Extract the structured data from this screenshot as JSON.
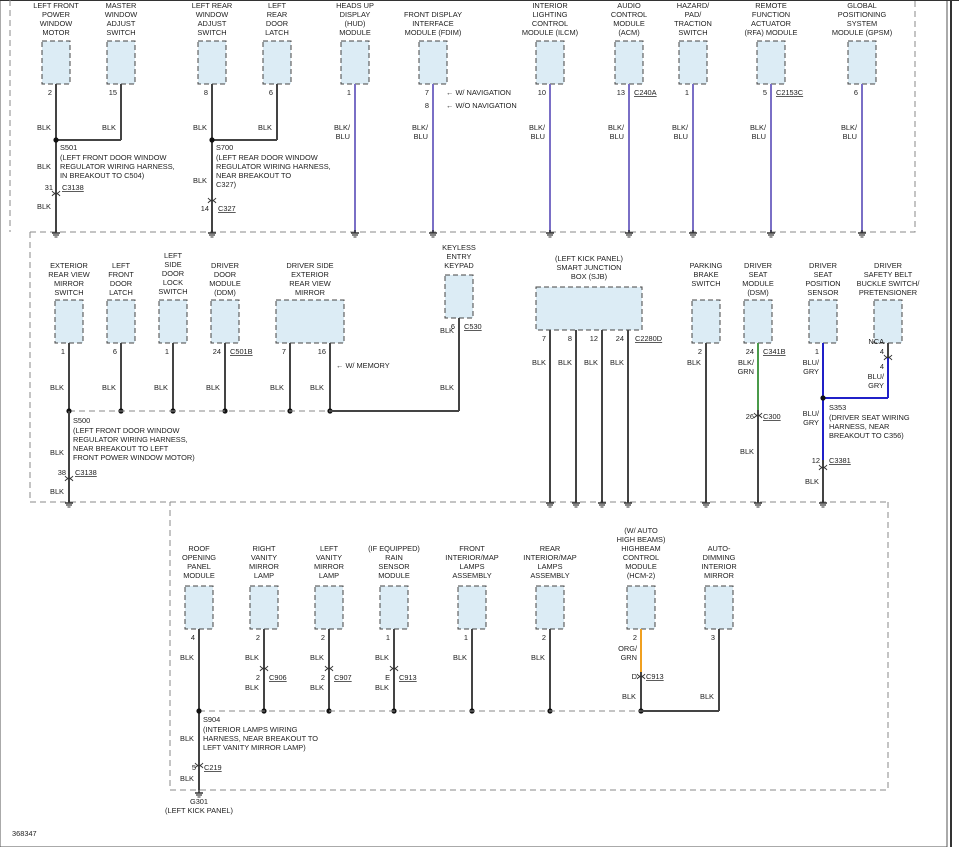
{
  "diagram_id": "368347",
  "row1": [
    {
      "label": [
        "LEFT FRONT",
        "POWER",
        "WINDOW",
        "MOTOR"
      ],
      "pin": "2",
      "wire": "BLK"
    },
    {
      "label": [
        "MASTER",
        "WINDOW",
        "ADJUST",
        "SWITCH"
      ],
      "pin": "15",
      "wire": "BLK"
    },
    {
      "label": [
        "LEFT REAR",
        "WINDOW",
        "ADJUST",
        "SWITCH"
      ],
      "pin": "8",
      "wire": "BLK"
    },
    {
      "label": [
        "LEFT",
        "REAR",
        "DOOR",
        "LATCH"
      ],
      "pin": "6",
      "wire": "BLK"
    },
    {
      "label": [
        "HEADS UP",
        "DISPLAY",
        "(HUD)",
        "MODULE"
      ],
      "pin": "1",
      "wire": "BLK/ BLU"
    },
    {
      "label": [
        "FRONT DISPLAY",
        "INTERFACE",
        "MODULE (FDIM)"
      ],
      "pin": "7",
      "wire": "BLK/ BLU"
    },
    {
      "label": [
        "INTERIOR",
        "LIGHTING",
        "CONTROL",
        "MODULE (ILCM)"
      ],
      "pin": "10",
      "wire": "BLK/ BLU"
    },
    {
      "label": [
        "AUDIO",
        "CONTROL",
        "MODULE",
        "(ACM)"
      ],
      "pin": "13",
      "conn": "C240A",
      "wire": "BLK/ BLU"
    },
    {
      "label": [
        "HAZARD/",
        "PAD/",
        "TRACTION",
        "SWITCH"
      ],
      "pin": "1",
      "wire": "BLK/ BLU"
    },
    {
      "label": [
        "REMOTE",
        "FUNCTION",
        "ACTUATOR",
        "(RFA) MODULE"
      ],
      "pin": "5",
      "conn": "C2153C",
      "wire": "BLK/ BLU"
    },
    {
      "label": [
        "GLOBAL",
        "POSITIONING",
        "SYSTEM",
        "MODULE (GPSM)"
      ],
      "pin": "6",
      "wire": "BLK/ BLU"
    }
  ],
  "fdim_pins": {
    "nav_pin": "7",
    "nav": "W/ NAVIGATION",
    "nonav_pin": "8",
    "nonav": "W/O NAVIGATION"
  },
  "s501": {
    "name": "S501",
    "desc": [
      "(LEFT FRONT DOOR WINDOW",
      "REGULATOR WIRING HARNESS,",
      "IN BREAKOUT TO C504)"
    ],
    "pin": "31",
    "conn": "C3138",
    "wire": "BLK"
  },
  "s700": {
    "name": "S700",
    "desc": [
      "(LEFT REAR DOOR WINDOW",
      "REGULATOR WIRING HARNESS,",
      "NEAR BREAKOUT TO",
      "C327)"
    ],
    "pin": "14",
    "conn": "C327",
    "wire": "BLK"
  },
  "row2": [
    {
      "label": [
        "EXTERIOR",
        "REAR VIEW",
        "MIRROR",
        "SWITCH"
      ],
      "pin": "1",
      "wire": "BLK"
    },
    {
      "label": [
        "LEFT",
        "FRONT",
        "DOOR",
        "LATCH"
      ],
      "pin": "6",
      "wire": "BLK"
    },
    {
      "label": [
        "LEFT",
        "SIDE",
        "DOOR",
        "LOCK",
        "SWITCH"
      ],
      "pin": "1",
      "wire": "BLK"
    },
    {
      "label": [
        "DRIVER",
        "DOOR",
        "MODULE",
        "(DDM)"
      ],
      "pin": "24",
      "conn": "C501B",
      "wire": "BLK"
    },
    {
      "label": [
        "DRIVER SIDE",
        "EXTERIOR",
        "REAR VIEW",
        "MIRROR"
      ],
      "pin": "7",
      "pin2": "16",
      "wire": "BLK"
    },
    {
      "label": [
        "KEYLESS",
        "ENTRY",
        "KEYPAD"
      ],
      "pin": "6",
      "conn": "C530",
      "wire": "BLK"
    },
    {
      "label": [
        "(LEFT KICK PANEL)",
        "SMART JUNCTION",
        "BOX (SJB)"
      ],
      "pins": [
        "7",
        "8",
        "12",
        "24"
      ],
      "conn": "C2280D",
      "wire": "BLK"
    },
    {
      "label": [
        "PARKING",
        "BRAKE",
        "SWITCH"
      ],
      "pin": "2",
      "wire": "BLK"
    },
    {
      "label": [
        "DRIVER",
        "SEAT",
        "MODULE",
        "(DSM)"
      ],
      "pin": "24",
      "conn": "C341B",
      "wire": "BLK/ GRN"
    },
    {
      "label": [
        "DRIVER",
        "SEAT",
        "POSITION",
        "SENSOR"
      ],
      "pin": "1",
      "wire": "BLU/ GRY"
    },
    {
      "label": [
        "DRIVER",
        "SAFETY BELT",
        "BUCKLE SWITCH/",
        "PRETENSIONER"
      ],
      "pin": "4",
      "wire": "BLU/ GRY",
      "nca": "NCA"
    }
  ],
  "memory": "W/ MEMORY",
  "s500": {
    "name": "S500",
    "desc": [
      "(LEFT FRONT DOOR WINDOW",
      "REGULATOR WIRING HARNESS,",
      "NEAR BREAKOUT TO LEFT",
      "FRONT POWER WINDOW MOTOR)"
    ],
    "pin": "38",
    "conn": "C3138",
    "wire": "BLK"
  },
  "dsm_lower": {
    "pin": "26",
    "conn": "C300",
    "wire": "BLK"
  },
  "s353": {
    "name": "S353",
    "desc": [
      "(DRIVER SEAT WIRING",
      "HARNESS, NEAR",
      "BREAKOUT TO C356)"
    ],
    "wire": "BLU/ GRY",
    "pin": "12",
    "conn": "C3381",
    "wire2": "BLK"
  },
  "row3": [
    {
      "label": [
        "ROOF",
        "OPENING",
        "PANEL",
        "MODULE"
      ],
      "pin": "4",
      "wire": "BLK"
    },
    {
      "label": [
        "RIGHT",
        "VANITY",
        "MIRROR",
        "LAMP"
      ],
      "pin": "2",
      "conn": "C906",
      "wire": "BLK"
    },
    {
      "label": [
        "LEFT",
        "VANITY",
        "MIRROR",
        "LAMP"
      ],
      "pin": "2",
      "conn": "C907",
      "wire": "BLK"
    },
    {
      "label": [
        "(IF EQUIPPED)",
        "RAIN",
        "SENSOR",
        "MODULE"
      ],
      "pin": "1",
      "pin2": "E",
      "conn": "C913",
      "wire": "BLK"
    },
    {
      "label": [
        "FRONT",
        "INTERIOR/MAP",
        "LAMPS",
        "ASSEMBLY"
      ],
      "pin": "1",
      "wire": "BLK"
    },
    {
      "label": [
        "REAR",
        "INTERIOR/MAP",
        "LAMPS",
        "ASSEMBLY"
      ],
      "pin": "2",
      "wire": "BLK"
    },
    {
      "label": [
        "(W/ AUTO",
        "HIGH BEAMS)",
        "HIGHBEAM",
        "CONTROL",
        "MODULE",
        "(HCM-2)"
      ],
      "pin": "2",
      "pin2": "D",
      "conn": "C913",
      "wire": "ORG/ GRN"
    },
    {
      "label": [
        "AUTO-",
        "DIMMING",
        "INTERIOR",
        "MIRROR"
      ],
      "pin": "3",
      "wire": "BLK"
    }
  ],
  "s904": {
    "name": "S904",
    "desc": [
      "(INTERIOR LAMPS WIRING",
      "HARNESS, NEAR BREAKOUT TO",
      "LEFT VANITY MIRROR LAMP)"
    ],
    "pin": "5",
    "conn": "C219",
    "wire": "BLK"
  },
  "g301": {
    "name": "G301",
    "desc": "(LEFT KICK PANEL)"
  }
}
